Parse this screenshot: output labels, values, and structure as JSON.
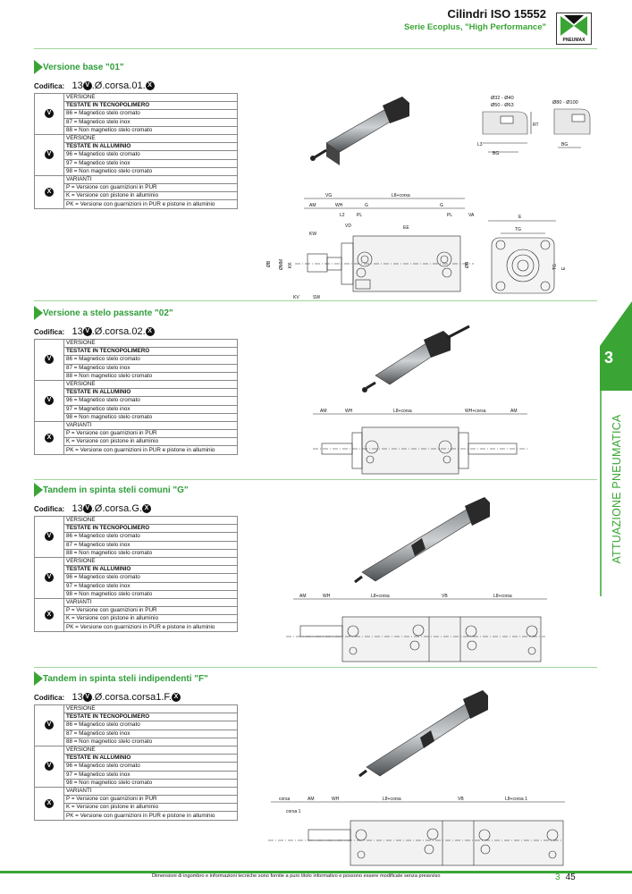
{
  "header": {
    "title": "Cilindri ISO 15552",
    "subtitle": "Serie Ecoplus, \"High Performance\"",
    "logo_text": "PNEUMAX"
  },
  "side": {
    "number": "3",
    "label": "ATTUAZIONE PNEUMATICA"
  },
  "codifica_label": "Codifica:",
  "sections": [
    {
      "title": "Versione base \"01\"",
      "code_prefix": "13",
      "code_mid": ".Ø.corsa.01.",
      "sym1": "V",
      "sym2": "X"
    },
    {
      "title": "Versione a stelo passante \"02\"",
      "code_prefix": "13",
      "code_mid": ".Ø.corsa.02.",
      "sym1": "V",
      "sym2": "X"
    },
    {
      "title": "Tandem in spinta steli comuni \"G\"",
      "code_prefix": "13",
      "code_mid": ".Ø.corsa.G.",
      "sym1": "V",
      "sym2": "X"
    },
    {
      "title": "Tandem in spinta steli indipendenti \"F\"",
      "code_prefix": "13",
      "code_mid": ".Ø.corsa.corsa1.F.",
      "sym1": "V",
      "sym2": "X"
    }
  ],
  "table": {
    "versione": "VERSIONE",
    "tecnopolimero": "TESTATE IN TECNOPOLIMERO",
    "alluminio": "TESTATE IN ALLUMINIO",
    "varianti": "VARIANTI",
    "r86": "86 = Magnetico stelo cromato",
    "r87": "87 = Magnetico stelo inox",
    "r88": "88 = Non magnetico stelo cromato",
    "r96": "96 = Magnetico stelo cromato",
    "r97": "97 = Magnetico stelo inox",
    "r98": "98 = Non magnetico stelo cromato",
    "rP": "P = Versione con guarnizioni in PUR",
    "rK": "K = Versione con pistone in alluminio",
    "rPK": "PK = Versione con guarnizioni in PUR e pistone in alluminio",
    "sym_v": "V",
    "sym_x": "X"
  },
  "dims": {
    "d1_title_a": "Ø32 - Ø40",
    "d1_title_b": "Ø50 - Ø63",
    "d1_title_c": "Ø80 - Ø100",
    "RT": "RT",
    "L3": "L3",
    "BG": "BG",
    "VG": "VG",
    "L8corsa": "L8+corsa",
    "AM": "AM",
    "WH": "WH",
    "L2": "L2",
    "G": "G",
    "PL": "PL",
    "VA": "VA",
    "VD": "VD",
    "EE": "EE",
    "KW": "KW",
    "E": "E",
    "TG": "TG",
    "BB": "ØB",
    "MM": "ØMM",
    "KK": "KK",
    "KV": "KV",
    "SW": "SW",
    "WHcorsa": "WH+corsa",
    "L8corsa2": "L8+corsa",
    "VB": "VB",
    "L8corsa1": "L8+corsa 1",
    "corsa": "corsa",
    "corsa1": "corsa 1"
  },
  "footer": {
    "text": "Dimensioni di ingombro e informazioni tecniche sono fornite a puro titolo informativo e possono essere modificate senza preavviso",
    "chapter": "3",
    "page": "45"
  }
}
